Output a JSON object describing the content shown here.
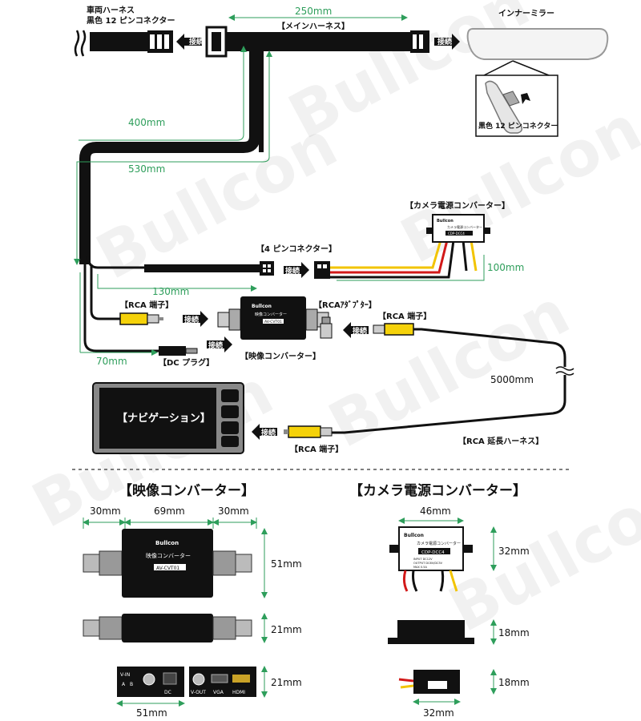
{
  "labels": {
    "vehicle_harness": [
      "車両ハーネス",
      "黒色 12 ピンコネクター"
    ],
    "inner_mirror": "インナーミラー",
    "mirror_connector": "黒色 12 ピンコネクター",
    "main_harness": "【メインハーネス】",
    "camera_power_converter": "【カメラ電源コンバーター】",
    "four_pin_connector": "【4 ピンコネクター】",
    "rca_terminal_left": "【RCA 端子】",
    "rca_adapter": "【RCAｱﾀﾞﾌﾟﾀｰ】",
    "rca_terminal_right": "【RCA 端子】",
    "dc_plug": "【DC プラグ】",
    "video_converter": "【映像コンバーター】",
    "navigation": "【ナビゲーション】",
    "rca_terminal_bottom": "【RCA 端子】",
    "rca_extension_harness": "【RCA 延長ハーネス】",
    "connect": "接続"
  },
  "dimensions": {
    "main": "250mm",
    "d400": "400mm",
    "d530": "530mm",
    "d130": "130mm",
    "d70": "70mm",
    "d100": "100mm",
    "d5000": "5000mm"
  },
  "video_converter_device": {
    "brand": "Bullcon",
    "name": "映像コンバーター",
    "model": "AV-CVT01"
  },
  "camera_converter_device": {
    "brand": "Bullcon",
    "name": "カメラ電源コンバーター",
    "model": "CDP-DCC4",
    "spec_lines": [
      "INPUT DC12V",
      "OUTPUT DC6V/DC5V",
      "MAX 0.5A"
    ]
  },
  "detail_video": {
    "title": "【映像コンバーター】",
    "width_left": "30mm",
    "width_mid": "69mm",
    "width_right": "30mm",
    "height_front": "51mm",
    "height_side": "21mm",
    "height_end": "21mm",
    "width_end": "51mm",
    "ports_left": [
      "V-IN",
      "A",
      "B",
      "DC"
    ],
    "ports_right": [
      "V-OUT",
      "VGA",
      "HDMI"
    ]
  },
  "detail_camera": {
    "title": "【カメラ電源コンバーター】",
    "width": "46mm",
    "height_front": "32mm",
    "height_side": "18mm",
    "height_end": "18mm",
    "width_end": "32mm"
  },
  "watermark": "Bullcon",
  "colors": {
    "dimension": "#2e9e5b",
    "wire_red": "#d21919",
    "wire_yellow": "#f2c400",
    "rca_yellow": "#f5d20a",
    "cable": "#111111"
  }
}
